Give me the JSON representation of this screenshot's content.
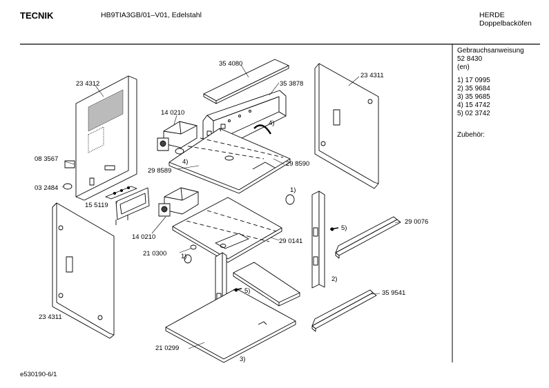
{
  "header": {
    "brand": "TECNIK",
    "model": "HB9TIA3GB/01–V01, Edelstahl",
    "category_line1": "HERDE",
    "category_line2": "Doppelbacköfen"
  },
  "side_panel": {
    "manual_title": "Gebrauchsanweisung",
    "manual_number": "52 8430",
    "manual_lang": "(en)",
    "refs": [
      "1) 17 0995",
      "2) 35 9684",
      "3) 35 9685",
      "4) 15 4742",
      "5) 02 3742"
    ],
    "accessories": "Zubehör:"
  },
  "parts": {
    "p354080": "35 4080",
    "p353878": "35 3878",
    "p234312": "23 4312",
    "p234311_right": "23 4311",
    "p140210_top": "14 0210",
    "p083567": "08 3567",
    "p298589": "29 8589",
    "p298590": "29 8590",
    "p032484": "03 2484",
    "p155119": "15 5119",
    "p140210_bottom": "14 0210",
    "p290076": "29 0076",
    "p290141": "29 0141",
    "p210300": "21 0300",
    "p359541": "35 9541",
    "p234311_left": "23 4311",
    "p210299": "21 0299"
  },
  "callouts": {
    "c4_upper": "4)",
    "c4_lower": "4)",
    "c1_right": "1)",
    "c5_right": "5)",
    "c2": "2)",
    "c1_left": "1)",
    "c5_lower": "5)",
    "c3": "3)"
  },
  "footer": {
    "drawing_id": "e530190-6/1"
  }
}
